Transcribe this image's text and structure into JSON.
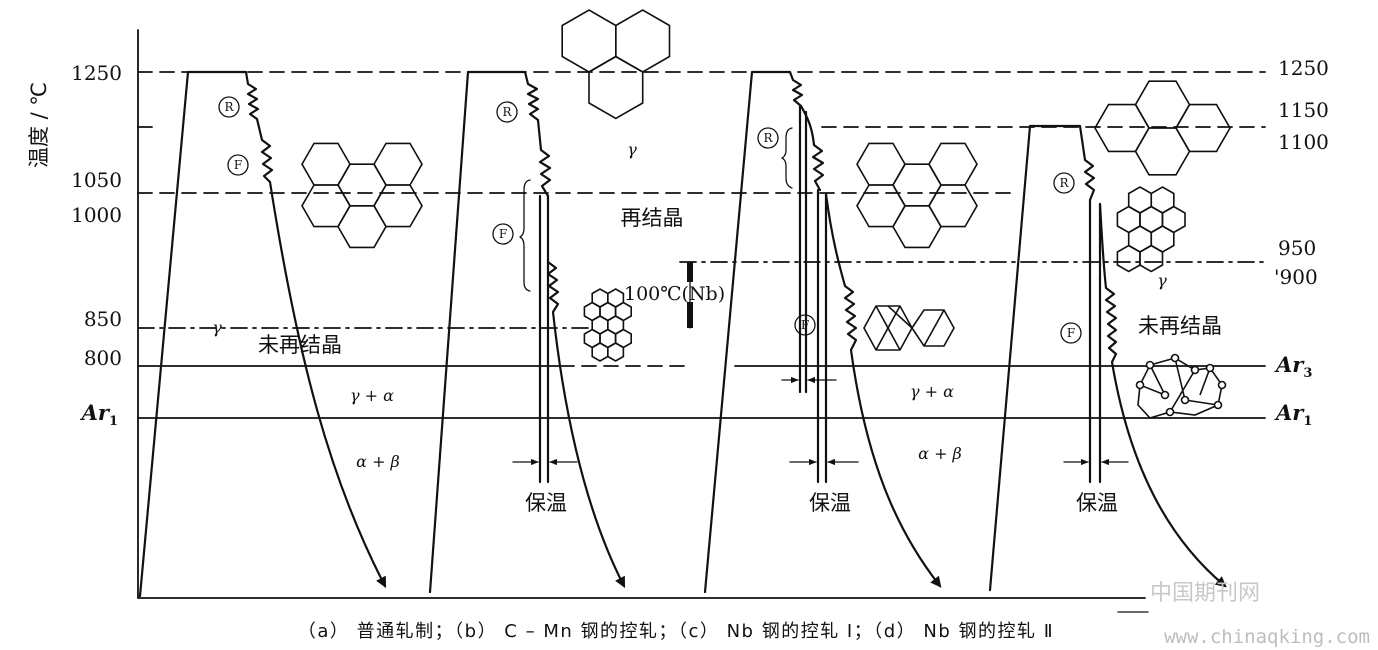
{
  "figure": {
    "y_axis_label": "温度 / ℃",
    "caption": "（a） 普通轧制；（b） C – Mn 钢的控轧；（c） Nb 钢的控轧 I；（d） Nb 钢的控轧 Ⅱ"
  },
  "left_axis": {
    "t1250": "1250",
    "t1050": "1050",
    "t1000": "1000",
    "t850": "850",
    "t800": "800",
    "ar1": {
      "symbol": "Ar",
      "sub": "1"
    }
  },
  "right_axis": {
    "t1250": "1250",
    "t1150": "1150",
    "t1100": "1100",
    "t950": "950",
    "t900": "'900",
    "ar3": {
      "symbol": "Ar",
      "sub": "3"
    },
    "ar1": {
      "symbol": "Ar",
      "sub": "1"
    }
  },
  "pass_marks": {
    "roughing": "R",
    "finishing": "F"
  },
  "phases": {
    "gamma": "γ",
    "gamma_alpha": "γ + α",
    "alpha_beta": "α + β"
  },
  "regions": {
    "recrystallization": "再结晶",
    "non_recrystallization": "未再结晶",
    "nb_raise": "100℃(Nb)"
  },
  "hold_label": "保温",
  "watermark": {
    "site": "中国期刊网",
    "url": "www.chinaqking.com"
  },
  "colors": {
    "ink": "#111111",
    "watermark": "#c8c8c8",
    "background": "#ffffff"
  }
}
